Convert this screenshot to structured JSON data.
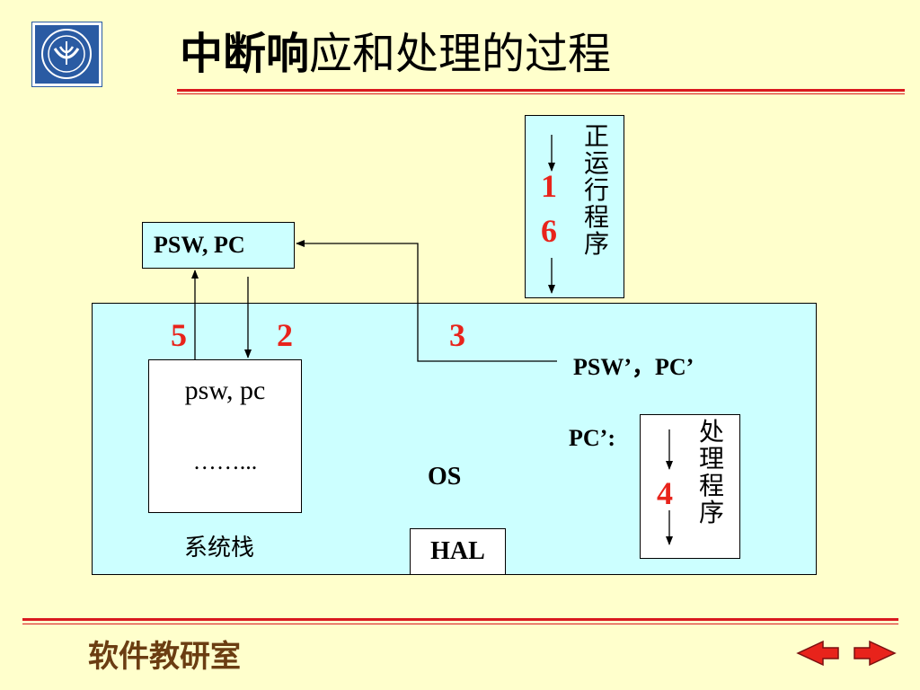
{
  "title": {
    "bold_part": "中断响",
    "rest": "应和处理的过程"
  },
  "footer": "软件教研室",
  "diagram": {
    "psw_pc_box": "PSW, PC",
    "running_program": "正运行程序",
    "stack_content_line1": "psw,  pc",
    "stack_content_line2": "……...",
    "stack_label": "系统栈",
    "os_label": "OS",
    "hal_label": "HAL",
    "new_psw_pc": "PSW’，PC’",
    "pc_prime_label": "PC’:",
    "handler_program": "处理程序",
    "steps": {
      "s1": "1",
      "s2": "2",
      "s3": "3",
      "s4": "4",
      "s5": "5",
      "s6": "6"
    }
  },
  "colors": {
    "background": "#ffffcc",
    "box_fill": "#ccffff",
    "accent_red": "#e8231b",
    "rule_red": "#d9191f",
    "footer_brown": "#6b3d12"
  },
  "icons": {
    "logo": "university-logo",
    "prev": "prev-arrow-icon",
    "next": "next-arrow-icon"
  }
}
